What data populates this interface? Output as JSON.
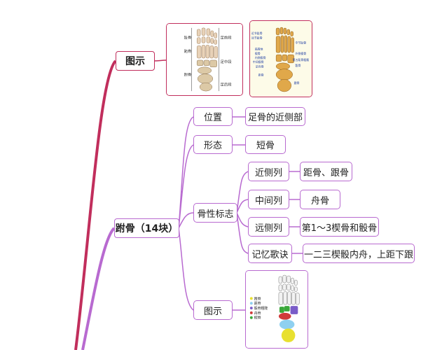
{
  "nodes": {
    "illustration_top": "图示",
    "tarsal": "跗骨（14块）",
    "position": "位置",
    "position_value": "足骨的近侧部",
    "shape": "形态",
    "shape_value": "短骨",
    "landmarks": "骨性标志",
    "proximal_row": "近侧列",
    "proximal_row_value": "距骨、跟骨",
    "middle_row": "中间列",
    "middle_row_value": "舟骨",
    "distal_row": "远侧列",
    "distal_row_value": "第1～3楔骨和骰骨",
    "mnemonic": "记忆歌诀",
    "mnemonic_value": "一二三楔骰内舟，上距下跟",
    "illustration_bottom": "图示"
  },
  "figure1_labels": {
    "left": [
      "趾骨",
      "跖骨",
      "跗骨"
    ],
    "right": [
      "足前段",
      "足中段",
      "足后段"
    ]
  },
  "figure2_labels": [
    "近节趾骨",
    "远节趾骨",
    "中节趾骨",
    "跖骨体",
    "楔骨",
    "内侧楔骨",
    "中间楔骨",
    "外侧楔骨",
    "第五跖骨粗隆",
    "骰骨",
    "足舟骨",
    "距骨",
    "跟骨"
  ],
  "figure3_legend": [
    {
      "label": "跗骨",
      "color": "#e8e030"
    },
    {
      "label": "距骨",
      "color": "#8fd0f0"
    },
    {
      "label": "骰骨粗隆",
      "color": "#7a5cc8"
    },
    {
      "label": "舟骨",
      "color": "#d03a3a"
    },
    {
      "label": "楔骨",
      "color": "#3aa83a"
    }
  ],
  "colors": {
    "red_branch": "#c12e5c",
    "purple_branch": "#b86ad0"
  }
}
